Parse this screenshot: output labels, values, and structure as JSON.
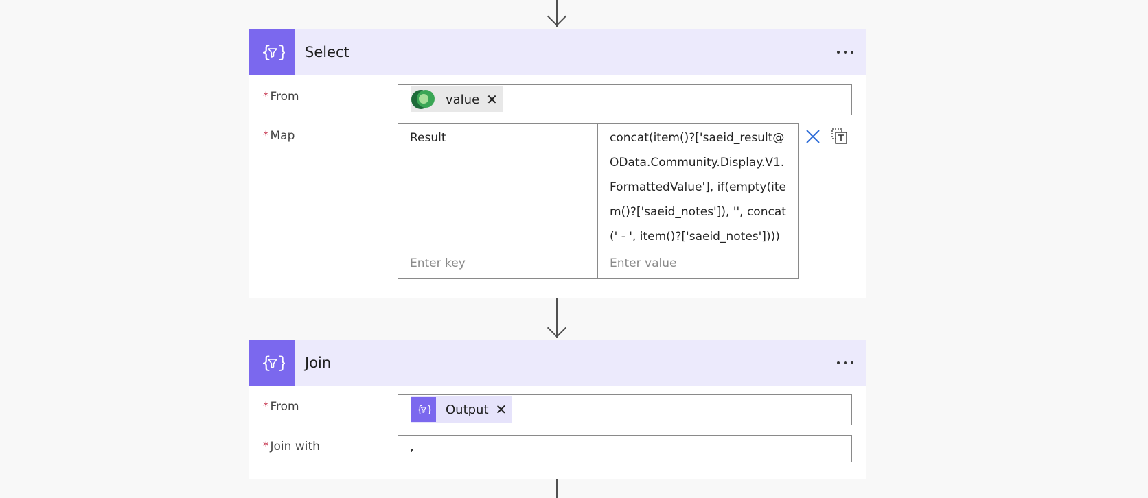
{
  "select_card": {
    "title": "Select",
    "from_label": "From",
    "from_token": "value",
    "map_label": "Map",
    "map_rows": [
      {
        "key": "Result",
        "value": "concat(item()?['saeid_result@OData.Community.Display.V1.FormattedValue'], if(empty(item()?['saeid_notes']), '', concat(' - ', item()?['saeid_notes'])))"
      }
    ],
    "key_placeholder": "Enter key",
    "value_placeholder": "Enter value"
  },
  "join_card": {
    "title": "Join",
    "from_label": "From",
    "from_token": "Output",
    "join_with_label": "Join with",
    "join_with_value": ","
  },
  "icons": {
    "card_icon": "data-operation-icon",
    "dataverse": "dataverse-icon",
    "delete": "close-icon",
    "switch_mode": "switch-to-text-icon",
    "more": "more-options-icon"
  },
  "colors": {
    "accent": "#7b68ee",
    "header_bg": "#eceafc",
    "required": "#c4314b",
    "delete_blue": "#2f6ed8"
  }
}
